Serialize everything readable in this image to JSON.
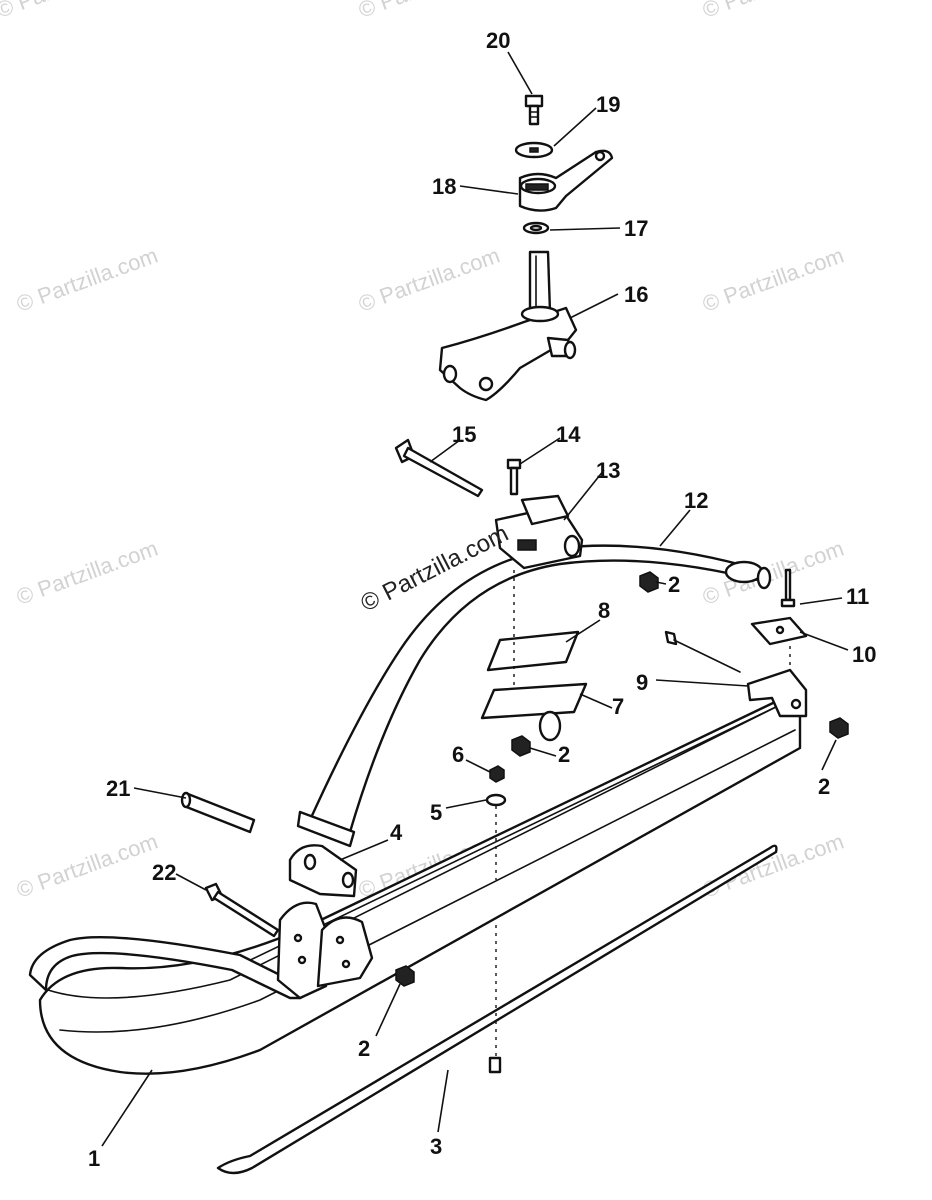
{
  "watermark": {
    "repeat_text": "© Partzilla.com",
    "center_text": "© Partzilla.com"
  },
  "callouts": {
    "p1": "1",
    "p2a": "2",
    "p2b": "2",
    "p2c": "2",
    "p2d": "2",
    "p3": "3",
    "p4": "4",
    "p5": "5",
    "p6": "6",
    "p7": "7",
    "p8": "8",
    "p9": "9",
    "p10": "10",
    "p11": "11",
    "p12": "12",
    "p13": "13",
    "p14": "14",
    "p15": "15",
    "p16": "16",
    "p17": "17",
    "p18": "18",
    "p19": "19",
    "p20": "20",
    "p21": "21",
    "p22": "22"
  },
  "colors": {
    "ink": "#111111",
    "watermark": "#d2d2d2",
    "background": "#ffffff"
  }
}
